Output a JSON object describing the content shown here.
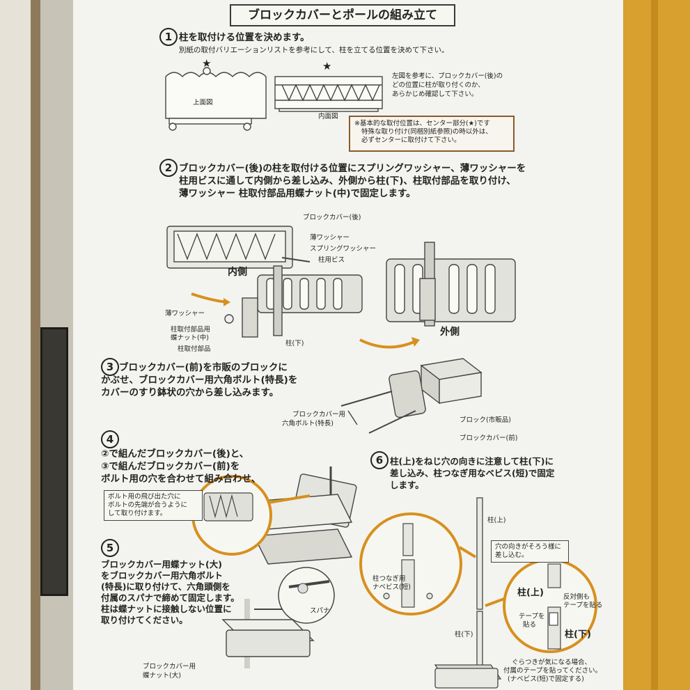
{
  "title": "ブロックカバーとポールの組み立て",
  "step1": {
    "num": "1",
    "heading": "柱を取付ける位置を決めます。",
    "sub": "別紙の取付バリエーションリストを参考にして、柱を立てる位置を決めて下さい。",
    "label_top": "上面図",
    "label_inner": "内面図",
    "star": "★",
    "side1": "左図を参考に、ブロックカバー(後)の",
    "side2": "どの位置に柱が取り付くのか、",
    "side3": "あらかじめ確認して下さい。",
    "note1": "※基本的な取付位置は、センター部分(★)です",
    "note2": "特殊な取り付け(同梱別紙参照)の時以外は、",
    "note3": "必ずセンターに取付けて下さい。"
  },
  "step2": {
    "num": "2",
    "line1": "ブロックカバー(後)の柱を取付ける位置にスプリングワッシャー、薄ワッシャーを",
    "line2": "柱用ビスに通して内側から差し込み、外側から柱(下)、柱取付部品を取り付け、",
    "line3": "薄ワッシャー 柱取付部品用蝶ナット(中)で固定します。",
    "lbl_block_back": "ブロックカバー(後)",
    "lbl_thin_washer": "薄ワッシャー",
    "lbl_spring_washer": "スプリングワッシャー",
    "lbl_pole_screw": "柱用ビス",
    "lbl_inside": "内側",
    "lbl_thin_washer2": "薄ワッシャー",
    "lbl_wing_nut1": "柱取付部品用",
    "lbl_wing_nut2": "蝶ナット(中)",
    "lbl_mount_part": "柱取付部品",
    "lbl_pole_lower": "柱(下)",
    "lbl_outside": "外側"
  },
  "step3": {
    "num": "3",
    "line1": "ブロックカバー(前)を市販のブロックに",
    "line2": "かぶせ、ブロックカバー用六角ボルト(特長)を",
    "line3": "カバーのすり鉢状の穴から差し込みます。",
    "lbl_bolt1": "ブロックカバー用",
    "lbl_bolt2": "六角ボルト(特長)",
    "lbl_block": "ブロック(市販品)",
    "lbl_cover_front": "ブロックカバー(前)"
  },
  "step4": {
    "num": "4",
    "line1": "②で組んだブロックカバー(後)と、",
    "line2": "③で組んだブロックカバー(前)を",
    "line3": "ボルト用の穴を合わせて組み合わせ、",
    "note1": "ボルト用の飛び出た穴に",
    "note2": "ボルトの先端が合うように",
    "note3": "して取り付けます。"
  },
  "step5": {
    "num": "5",
    "line1": "ブロックカバー用蝶ナット(大)",
    "line2": "をブロックカバー用六角ボルト",
    "line3": "(特長)に取り付けて、六角頭側を",
    "line4": "付属のスパナで締めて固定します。",
    "line5": "柱は蝶ナットに接触しない位置に",
    "line6": "取り付けてください。",
    "lbl_spanner": "スパナ",
    "lbl_nut1": "ブロックカバー用",
    "lbl_nut2": "蝶ナット(大)"
  },
  "step6": {
    "num": "6",
    "line1": "柱(上)をねじ穴の向きに注意して柱(下)に",
    "line2": "差し込み、柱つなぎ用なベビス(短)で固定",
    "line3": "します。",
    "lbl_pole_upper": "柱(上)",
    "note1": "穴の向きがそろう様に",
    "note2": "差し込む。",
    "lbl_screw1": "柱つなぎ用",
    "lbl_screw2": "ナベビス(短)",
    "lbl_pole_upper2": "柱(上)",
    "lbl_reverse1": "反対側も",
    "lbl_reverse2": "テープを貼る",
    "lbl_tape1": "テープを",
    "lbl_tape2": "貼る",
    "lbl_pole_lower2": "柱(下)",
    "lbl_pole_lower3": "柱(下)",
    "foot1": "ぐらつきが気になる場合、",
    "foot2": "付属のテープを貼ってください。",
    "foot3": "(ナベビス(短)で固定する)"
  }
}
